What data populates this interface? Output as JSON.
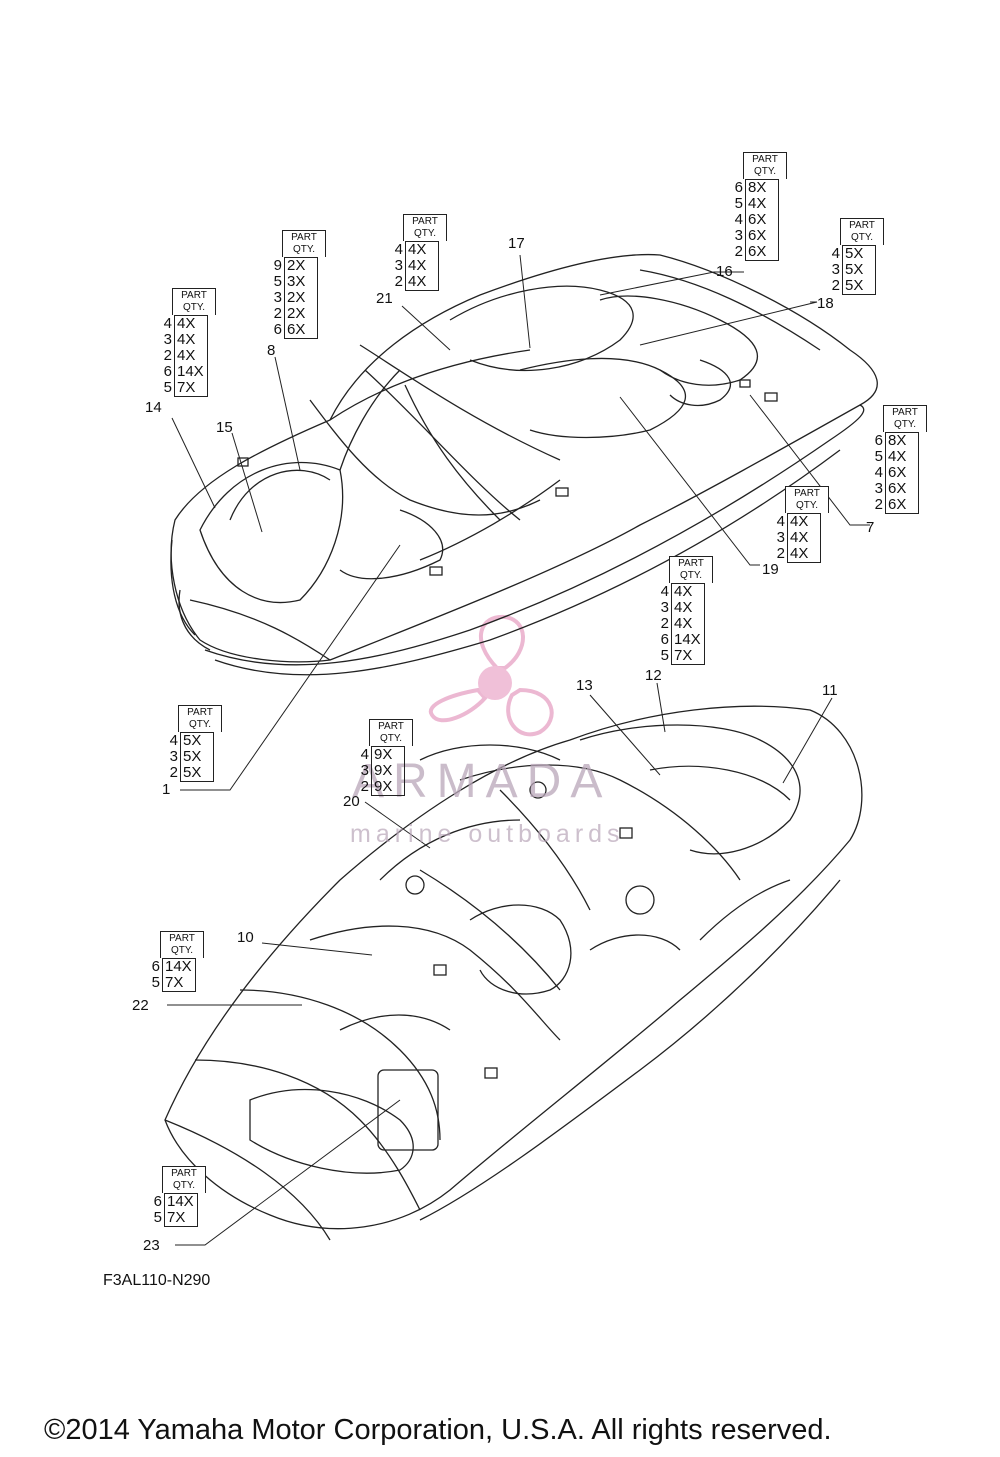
{
  "diagram_code": "F3AL110-N290",
  "copyright": "©2014 Yamaha Motor Corporation, U.S.A. All rights reserved.",
  "watermark": {
    "brand": "ARMADA",
    "tagline": "marine outboards",
    "accent_color": "#e8a8c8"
  },
  "qty_header": [
    "PART",
    "QTY."
  ],
  "qty_boxes": [
    {
      "id": "qb-14",
      "rows": [
        [
          "4",
          "4X"
        ],
        [
          "3",
          "4X"
        ],
        [
          "2",
          "4X"
        ],
        [
          "6",
          "14X"
        ],
        [
          "5",
          "7X"
        ]
      ]
    },
    {
      "id": "qb-8",
      "rows": [
        [
          "9",
          "2X"
        ],
        [
          "5",
          "3X"
        ],
        [
          "3",
          "2X"
        ],
        [
          "2",
          "2X"
        ],
        [
          "6",
          "6X"
        ]
      ]
    },
    {
      "id": "qb-21",
      "rows": [
        [
          "4",
          "4X"
        ],
        [
          "3",
          "4X"
        ],
        [
          "2",
          "4X"
        ]
      ]
    },
    {
      "id": "qb-16",
      "rows": [
        [
          "6",
          "8X"
        ],
        [
          "5",
          "4X"
        ],
        [
          "4",
          "6X"
        ],
        [
          "3",
          "6X"
        ],
        [
          "2",
          "6X"
        ]
      ]
    },
    {
      "id": "qb-18",
      "rows": [
        [
          "4",
          "5X"
        ],
        [
          "3",
          "5X"
        ],
        [
          "2",
          "5X"
        ]
      ]
    },
    {
      "id": "qb-7",
      "rows": [
        [
          "6",
          "8X"
        ],
        [
          "5",
          "4X"
        ],
        [
          "4",
          "6X"
        ],
        [
          "3",
          "6X"
        ],
        [
          "2",
          "6X"
        ]
      ]
    },
    {
      "id": "qb-19",
      "rows": [
        [
          "4",
          "4X"
        ],
        [
          "3",
          "4X"
        ],
        [
          "2",
          "4X"
        ]
      ]
    },
    {
      "id": "qb-12",
      "rows": [
        [
          "4",
          "4X"
        ],
        [
          "3",
          "4X"
        ],
        [
          "2",
          "4X"
        ],
        [
          "6",
          "14X"
        ],
        [
          "5",
          "7X"
        ]
      ]
    },
    {
      "id": "qb-1",
      "rows": [
        [
          "4",
          "5X"
        ],
        [
          "3",
          "5X"
        ],
        [
          "2",
          "5X"
        ]
      ]
    },
    {
      "id": "qb-20",
      "rows": [
        [
          "4",
          "9X"
        ],
        [
          "3",
          "9X"
        ],
        [
          "2",
          "9X"
        ]
      ]
    },
    {
      "id": "qb-22",
      "rows": [
        [
          "6",
          "14X"
        ],
        [
          "5",
          "7X"
        ]
      ]
    },
    {
      "id": "qb-23",
      "rows": [
        [
          "6",
          "14X"
        ],
        [
          "5",
          "7X"
        ]
      ]
    }
  ],
  "callouts": [
    "17",
    "16",
    "18",
    "21",
    "8",
    "14",
    "15",
    "7",
    "19",
    "1",
    "13",
    "12",
    "11",
    "20",
    "10",
    "22",
    "23"
  ]
}
